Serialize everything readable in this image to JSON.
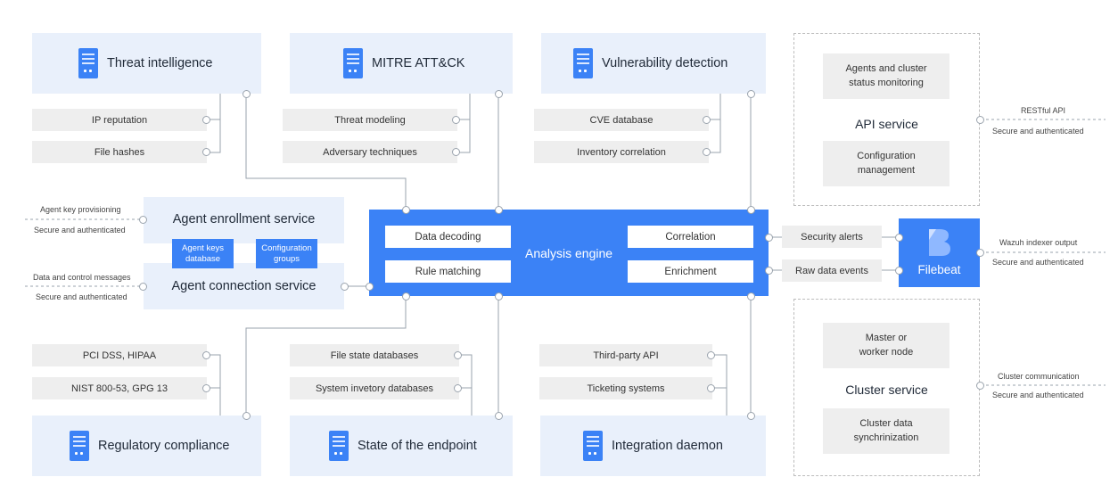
{
  "groups": {
    "threat_intelligence": {
      "title": "Threat intelligence",
      "items": [
        "IP reputation",
        "File hashes"
      ]
    },
    "mitre": {
      "title": "MITRE ATT&CK",
      "items": [
        "Threat modeling",
        "Adversary techniques"
      ]
    },
    "vulnerability": {
      "title": "Vulnerability detection",
      "items": [
        "CVE database",
        "Inventory correlation"
      ]
    },
    "regulatory": {
      "title": "Regulatory compliance",
      "items": [
        "PCI DSS, HIPAA",
        "NIST 800-53, GPG 13"
      ]
    },
    "endpoint": {
      "title": "State of the endpoint",
      "items": [
        "File state databases",
        "System invetory databases"
      ]
    },
    "integration": {
      "title": "Integration daemon",
      "items": [
        "Third-party API",
        "Ticketing systems"
      ]
    }
  },
  "agent": {
    "enrollment": "Agent enrollment service",
    "connection": "Agent connection service",
    "keys_db": "Agent keys database",
    "config_groups": "Configuration groups",
    "ann_key_provisioning": "Agent key provisioning",
    "ann_secure1": "Secure and authenticated",
    "ann_data_control": "Data and control messages",
    "ann_secure2": "Secure and authenticated"
  },
  "engine": {
    "title": "Analysis engine",
    "data_decoding": "Data decoding",
    "rule_matching": "Rule matching",
    "correlation": "Correlation",
    "enrichment": "Enrichment"
  },
  "filebeat": {
    "label": "Filebeat",
    "security_alerts": "Security alerts",
    "raw_data_events": "Raw data events",
    "ann_output": "Wazuh indexer output",
    "ann_secure": "Secure and authenticated"
  },
  "api_service": {
    "title": "API service",
    "box1": "Agents and cluster status monitoring",
    "box2": "Configuration management",
    "ann_api": "RESTful API",
    "ann_secure": "Secure and authenticated"
  },
  "cluster_service": {
    "title": "Cluster service",
    "box1": "Master or worker node",
    "box2": "Cluster data synchrinization",
    "ann_comm": "Cluster communication",
    "ann_secure": "Secure and authenticated"
  },
  "colors": {
    "accent": "#3b82f6",
    "group_bg": "#e9f0fb",
    "item_bg": "#eeeeee"
  }
}
